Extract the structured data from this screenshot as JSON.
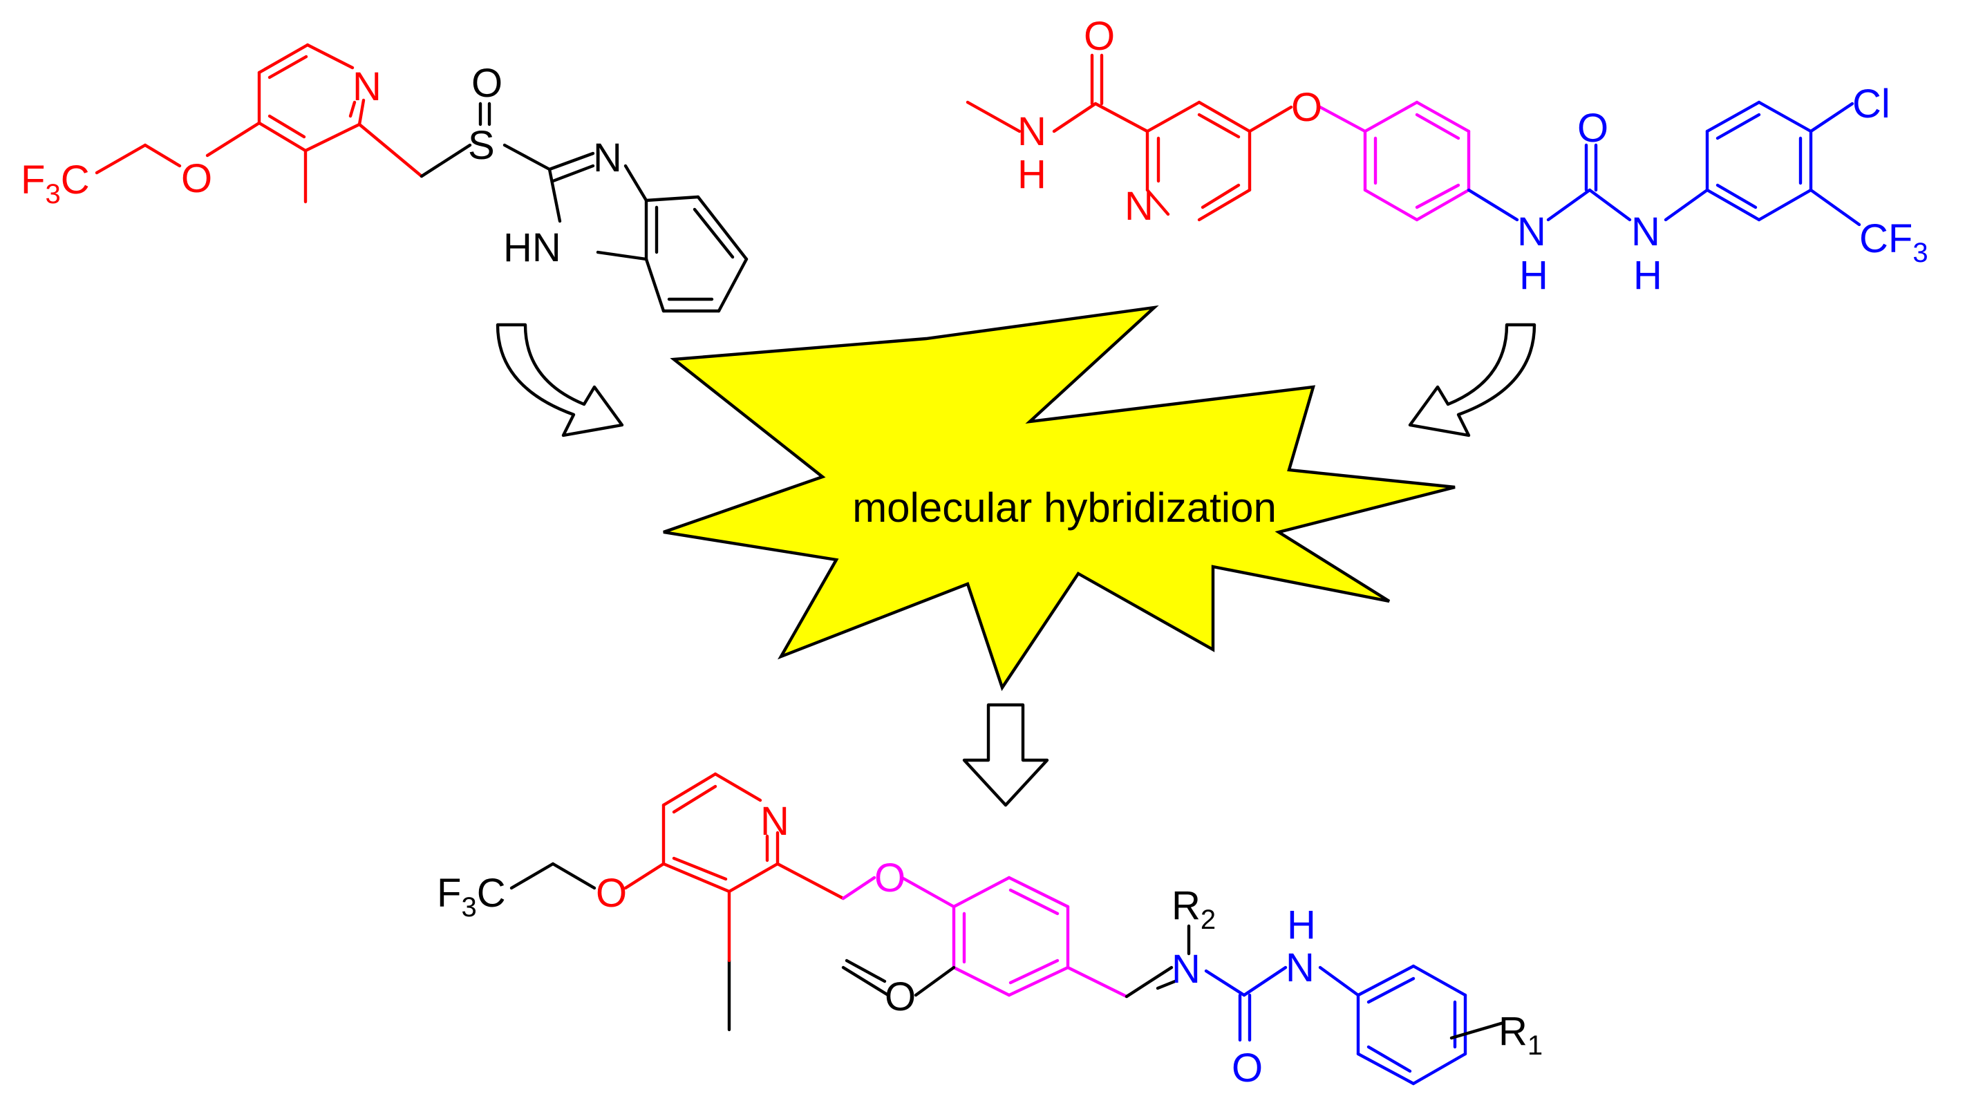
{
  "colors": {
    "red": "#ff0000",
    "magenta": "#ff00ff",
    "blue": "#0000ff",
    "black": "#000000",
    "burst_fill": "#ffff00"
  },
  "center_label": "molecular hybridization",
  "molecule_left": {
    "atoms": {
      "n_ring": "N",
      "o_ether": "O",
      "f3c_prefix": "F",
      "f3c_sub": "3",
      "f3c_suffix": "C",
      "s": "S",
      "o_sulfinyl": "O",
      "n_imid": "N",
      "nh_imid": "HN"
    }
  },
  "molecule_right": {
    "atoms": {
      "o_carbonyl": "O",
      "n_amide": "N",
      "h_amide": "H",
      "n_pyridine": "N",
      "o_ether": "O",
      "n_urea1": "N",
      "h_urea1": "H",
      "o_urea": "O",
      "n_urea2": "N",
      "h_urea2": "H",
      "cl": "Cl",
      "cf3_prefix": "CF",
      "cf3_sub": "3"
    }
  },
  "molecule_product": {
    "atoms": {
      "n_ring": "N",
      "o_ether": "O",
      "f3c_prefix": "F",
      "f3c_sub": "3",
      "f3c_suffix": "C",
      "o_aryl_ether": "O",
      "o_methoxy": "O",
      "n_urea": "N",
      "r2_prefix": "R",
      "r2_sub": "2",
      "n_h_urea": "N",
      "h_urea": "H",
      "o_urea": "O",
      "r1_prefix": "R",
      "r1_sub": "1"
    }
  }
}
